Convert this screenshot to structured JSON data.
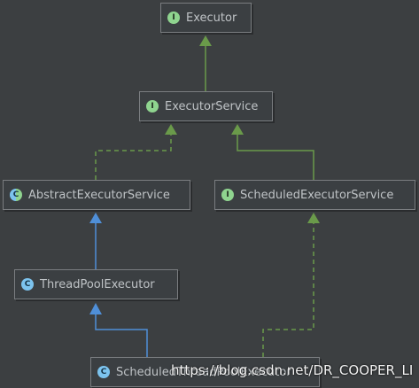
{
  "diagram": {
    "nodes": [
      {
        "id": "executor",
        "kind": "I",
        "label": "Executor"
      },
      {
        "id": "executor-service",
        "kind": "I",
        "label": "ExecutorService"
      },
      {
        "id": "abstract-executor-service",
        "kind": "C",
        "label": "AbstractExecutorService"
      },
      {
        "id": "scheduled-executor-service",
        "kind": "I",
        "label": "ScheduledExecutorService"
      },
      {
        "id": "thread-pool-executor",
        "kind": "C",
        "label": "ThreadPoolExecutor"
      },
      {
        "id": "scheduled-thread-pool-executor",
        "kind": "C",
        "label": "ScheduledThreadPoolExecutor"
      }
    ],
    "edges": [
      {
        "from": "executor-service",
        "to": "executor",
        "type": "extends-interface"
      },
      {
        "from": "abstract-executor-service",
        "to": "executor-service",
        "type": "implements"
      },
      {
        "from": "scheduled-executor-service",
        "to": "executor-service",
        "type": "extends-interface"
      },
      {
        "from": "thread-pool-executor",
        "to": "abstract-executor-service",
        "type": "extends-class"
      },
      {
        "from": "scheduled-thread-pool-executor",
        "to": "thread-pool-executor",
        "type": "extends-class"
      },
      {
        "from": "scheduled-thread-pool-executor",
        "to": "scheduled-executor-service",
        "type": "implements"
      }
    ],
    "colors": {
      "interface_edge": "#6a9a4a",
      "class_edge": "#4f8fd8"
    }
  },
  "watermark": "https://blog.csdn.net/DR_COOPER_LI"
}
